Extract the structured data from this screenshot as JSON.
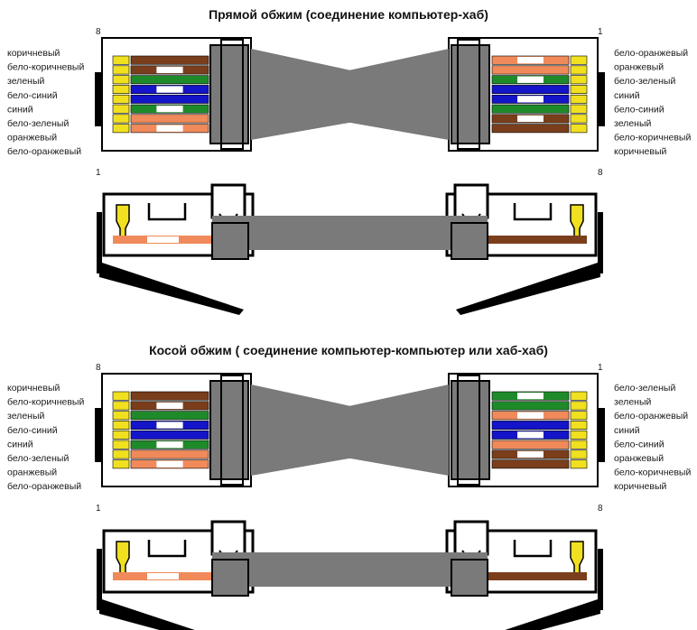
{
  "colors": {
    "brown": "#7a3e1c",
    "orange": "#f08a5a",
    "green": "#1f8a2a",
    "blue": "#1414c8",
    "white": "#ffffff",
    "contact": "#f0e020",
    "cable": "#7a7a7a",
    "outline": "#000000"
  },
  "sections": [
    {
      "title": "Прямой обжим (соединение компьютер-хаб)",
      "left": {
        "pin_top": "8",
        "pin_side": "1",
        "labels": [
          "коричневый",
          "бело-коричневый",
          "зеленый",
          "бело-синий",
          "синий",
          "бело-зеленый",
          "оранжевый",
          "бело-оранжевый"
        ],
        "wires": [
          "brown",
          "white-brown",
          "green",
          "white-blue",
          "blue",
          "white-green",
          "orange",
          "white-orange"
        ]
      },
      "right": {
        "pin_top": "1",
        "pin_side": "8",
        "labels": [
          "бело-оранжевый",
          "оранжевый",
          "бело-зеленый",
          "синий",
          "бело-синий",
          "зеленый",
          "бело-коричневый",
          "коричневый"
        ],
        "wires": [
          "white-orange",
          "orange",
          "white-green",
          "blue",
          "white-blue",
          "green",
          "white-brown",
          "brown"
        ]
      }
    },
    {
      "title": "Косой обжим ( соединение компьютер-компьютер или хаб-хаб)",
      "left": {
        "pin_top": "8",
        "pin_side": "1",
        "labels": [
          "коричневый",
          "бело-коричневый",
          "зеленый",
          "бело-синий",
          "синий",
          "бело-зеленый",
          "оранжевый",
          "бело-оранжевый"
        ],
        "wires": [
          "brown",
          "white-brown",
          "green",
          "white-blue",
          "blue",
          "white-green",
          "orange",
          "white-orange"
        ]
      },
      "right": {
        "pin_top": "1",
        "pin_side": "8",
        "labels": [
          "бело-зеленый",
          "зеленый",
          "бело-оранжевый",
          "синий",
          "бело-синий",
          "оранжевый",
          "бело-коричневый",
          "коричневый"
        ],
        "wires": [
          "white-green",
          "green",
          "white-orange",
          "blue",
          "white-blue",
          "orange",
          "white-brown",
          "brown"
        ]
      }
    }
  ]
}
